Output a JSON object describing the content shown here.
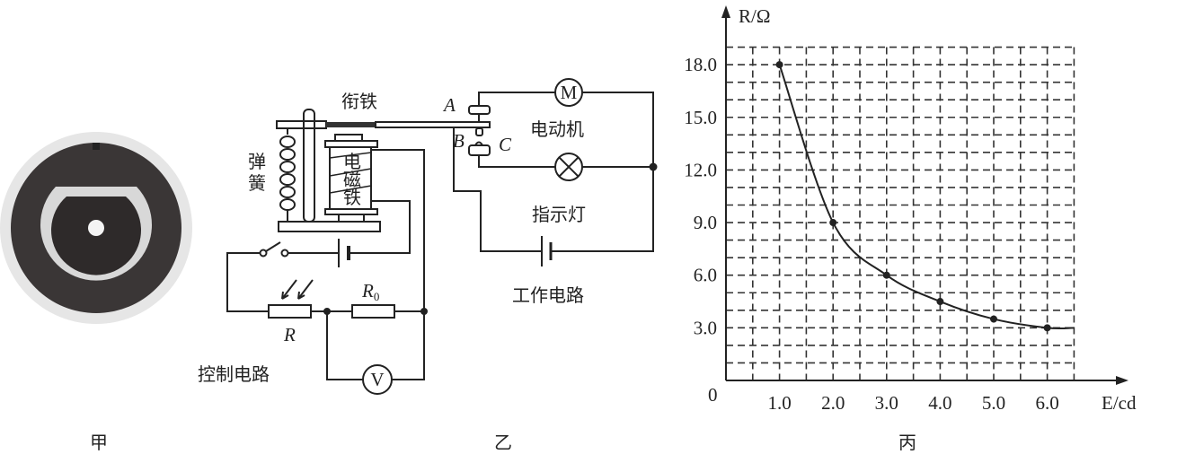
{
  "labels": {
    "fig_a": "甲",
    "fig_b": "乙",
    "fig_c": "丙"
  },
  "circuit": {
    "armature": "衔铁",
    "spring_1": "弹",
    "spring_2": "簧",
    "electromagnet_1": "电",
    "electromagnet_2": "磁",
    "electromagnet_3": "铁",
    "contact_a": "A",
    "contact_b": "B",
    "contact_c": "C",
    "motor": "电动机",
    "motor_symbol": "M",
    "indicator_lamp": "指示灯",
    "working_circuit": "工作电路",
    "control_circuit": "控制电路",
    "photoresistor": "R",
    "fixed_resistor": "R",
    "fixed_resistor_sub": "0",
    "voltmeter_symbol": "V"
  },
  "chart_data": {
    "type": "line",
    "title": "",
    "xlabel": "E/cd",
    "ylabel": "R/Ω",
    "origin_label": "0",
    "xlim": [
      0,
      6.5
    ],
    "ylim": [
      0,
      19
    ],
    "grid": true,
    "x_ticks": [
      "1.0",
      "2.0",
      "3.0",
      "4.0",
      "5.0",
      "6.0"
    ],
    "y_ticks": [
      "3.0",
      "6.0",
      "9.0",
      "12.0",
      "15.0",
      "18.0"
    ],
    "points": [
      {
        "x": 1.0,
        "y": 18.0
      },
      {
        "x": 2.0,
        "y": 9.0
      },
      {
        "x": 3.0,
        "y": 6.0
      },
      {
        "x": 4.0,
        "y": 4.5
      },
      {
        "x": 5.0,
        "y": 3.5
      },
      {
        "x": 6.0,
        "y": 3.0
      }
    ],
    "curve_end": {
      "x": 6.5,
      "y": 3.0
    }
  }
}
